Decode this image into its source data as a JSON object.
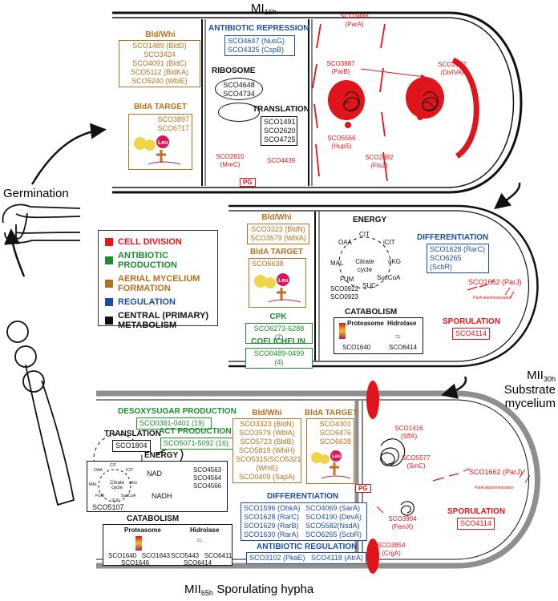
{
  "stages": {
    "mi16": {
      "main": "MI",
      "sub": "16h"
    },
    "mii30": {
      "main": "MII",
      "sub": "30h",
      "desc1": "Substrate",
      "desc2": "mycelium"
    },
    "mii65": {
      "main": "MII",
      "sub": "65h",
      "desc": "Sporulating hypha"
    }
  },
  "germination": "Germination",
  "legend": [
    {
      "label": "CELL DIVISION",
      "color": "#e8151b"
    },
    {
      "label": "ANTIBIOTIC PRODUCTION",
      "color": "#1f8a2e"
    },
    {
      "label": "AERIAL MYCELIUM FORMATION",
      "color": "#b5711d"
    },
    {
      "label": "REGULATION",
      "color": "#1c4d9e"
    },
    {
      "label": "CENTRAL (PRIMARY) METABOLISM",
      "color": "#111111"
    }
  ],
  "panel1": {
    "bldwhi_title": "Bld/Whi",
    "bldwhi": [
      "SCO1489 (BldD)",
      "SCO3424",
      "SCO4091 (BldC)",
      "SCO5112 (BldKA)",
      "SCO5240 (WblE)"
    ],
    "bldtarget_title": "BldA TARGET",
    "bldtarget": [
      "SCO3897",
      "SCO6717"
    ],
    "leu": "Leu",
    "antirep_title": "ANTIBIOTIC REPRESSION",
    "antirep": [
      "SCO4647 (NusG)",
      "SCO4325 (CspB)"
    ],
    "ribosome_title": "RIBOSOME",
    "ribosome": [
      "SCO4648",
      "SCO4734"
    ],
    "translation_title": "TRANSLATION",
    "translation": [
      "SCO1491",
      "SCO2620",
      "SCO4725"
    ],
    "mrec": "SCO2610 (MreC)",
    "sco4439": "SCO4439",
    "pg": "PG",
    "para": "SCO3886 (ParA)",
    "parb": "SCO3887 (ParB)",
    "hups": "SCO5566 (HupS)",
    "divlva": "SCO2077 (DivIVA)",
    "ftsz": "SCO2082 (FtsZ)"
  },
  "panel2": {
    "bldwhi_title": "Bld/Whi",
    "bldwhi": [
      "SCO3323 (BldN)",
      "SCO3579 (WblA)"
    ],
    "bldtarget_title": "BldA TARGET",
    "bldtarget": [
      "SCO6638"
    ],
    "leu": "Leu",
    "cpk_title": "CPK",
    "cpk": "SCO6273-6288 (7)",
    "coel_title": "COELICHELIN",
    "coel": "SCO0489-0499 (4)",
    "energy_title": "ENERGY",
    "cycle": {
      "center": "Citrate cycle",
      "cit": "CIT",
      "icit": "iCIT",
      "okg": "oKG",
      "succoa": "SucCoA",
      "suc": "SUC",
      "fum": "FUM",
      "mal": "MAL",
      "oaa": "OAA"
    },
    "energy": [
      "SCO0922",
      "SCO0923"
    ],
    "catabolism_title": "CATABOLISM",
    "proteasome": "Proteasome",
    "hidrolase": "Hidrolase",
    "sco1640": "SCO1640",
    "sco6414": "SCO6414",
    "diff_title": "DIFFERENTIATION",
    "diff": [
      "SCO1628 (RarC)",
      "SCO6265 (ScbR)"
    ],
    "parj": "SCO1662 (ParJ)",
    "parj_note": "ParA depolimerization",
    "spor_title": "SPORULATION",
    "spor": "SCO4114"
  },
  "panel3": {
    "desoxy_title": "DESOXYSUGAR PRODUCTION",
    "desoxy": "SCO0381-0401 (19)",
    "act_title": "ACT PRODUCTION",
    "act": "SCO5071-5092 (16)",
    "translation_title": "TRANSLATION",
    "translation": "SCO1804",
    "energy_title": "ENERGY",
    "energy": [
      "SCO4563",
      "SCO4564",
      "SCO4566"
    ],
    "sco5107": "SCO5107",
    "nad": "NAD",
    "nadh": "NADH",
    "cycle": {
      "center": "Citrate cycle",
      "cit": "CIT",
      "icit": "iCIT",
      "okg": "oKG",
      "succoa": "SucCoA",
      "suc": "SUC",
      "fum": "FUM",
      "mal": "MAL",
      "oaa": "OAA"
    },
    "catabolism_title": "CATABOLISM",
    "proteasome": "Proteasome",
    "hidrolase": "Hidrolase",
    "prot_row1": "SCO1640   SCO1643",
    "prot_row2": "SCO1646",
    "hid_row1": "SCO5443   SCO6411",
    "hid_row2": "SCO6414",
    "bldwhi_title": "Bld/Whi",
    "bldwhi": [
      "SCO3323 (BldN)",
      "SCO3579 (WblA)",
      "SCO5723 (BldB)",
      "SCO5819 (WhiH)",
      "SCO5315/SCO5321",
      "(WhiE)",
      "SCO0409 (SapA)"
    ],
    "bldtarget_title": "BldA TARGET",
    "bldtarget": [
      "SCO4301",
      "SCO6476",
      "SCO6638"
    ],
    "leu": "Leu",
    "diff_title": "DIFFERENTIATION",
    "diff_left": [
      "SCO1596 (OhkA)",
      "SCO1628 (RarC)",
      "SCO1629 (RarB)",
      "SCO1630 (RarA)"
    ],
    "diff_right": [
      "SCO4069 (SarA)",
      "SCO4190 (DevA)",
      "SCO5582(NsdA)",
      "SCO6265 (ScbR)"
    ],
    "antireg_title": "ANTIBIOTIC REGULATION",
    "antireg": "SCO3102 (PkaE)   SCO4118 (AtrA)",
    "pg": "PG",
    "sffa": "SCO1416 (SffA)",
    "smc": "SCO5577 (SmC)",
    "femx": "SCO3904 (FemX)",
    "crga": "SCO3854 (CrgA)",
    "parj": "SCO1662 (ParJ)",
    "parj_note": "ParA depolimerization",
    "spor_title": "SPORULATION",
    "spor": "SCO4114"
  }
}
